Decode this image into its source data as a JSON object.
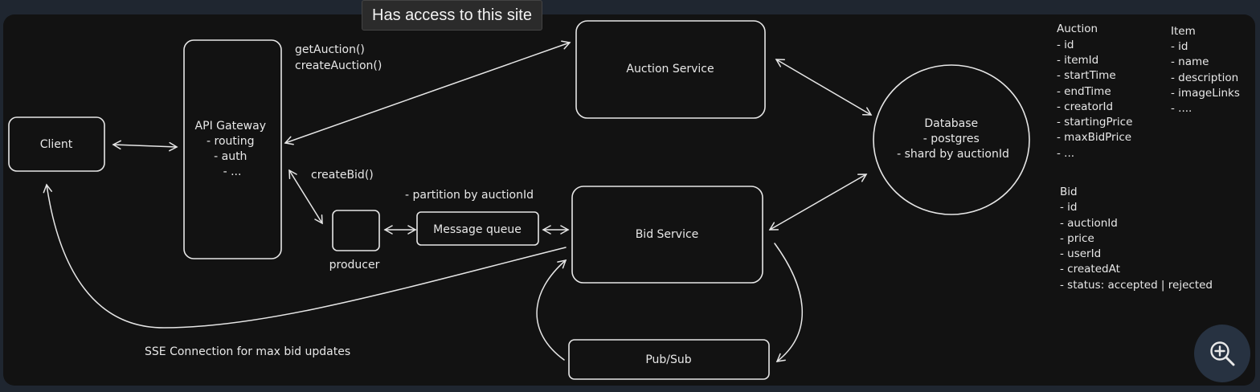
{
  "tooltip": "Has access to this site",
  "nodes": {
    "client": "Client",
    "api_gateway": [
      "API Gateway",
      "- routing",
      "- auth",
      "- ..."
    ],
    "auction_service": "Auction Service",
    "bid_service": "Bid Service",
    "producer": "producer",
    "message_queue": "Message queue",
    "pubsub": "Pub/Sub",
    "database": [
      "Database",
      "- postgres",
      "- shard by auctionId"
    ]
  },
  "edge_labels": {
    "auction_calls": [
      "getAuction()",
      "createAuction()"
    ],
    "create_bid": "createBid()",
    "partition": "- partition by auctionId",
    "sse": "SSE Connection for max bid updates"
  },
  "schemas": {
    "auction": [
      "Auction",
      "- id",
      "- itemId",
      "- startTime",
      "- endTime",
      "- creatorId",
      "- startingPrice",
      "- maxBidPrice",
      "- ..."
    ],
    "item": [
      "Item",
      "- id",
      "- name",
      "- description",
      "- imageLinks",
      "- ...."
    ],
    "bid": [
      "Bid",
      "- id",
      "- auctionId",
      "- price",
      "- userId",
      "- createdAt",
      "- status: accepted | rejected"
    ]
  },
  "icons": {
    "zoom": "zoom-in-icon"
  }
}
